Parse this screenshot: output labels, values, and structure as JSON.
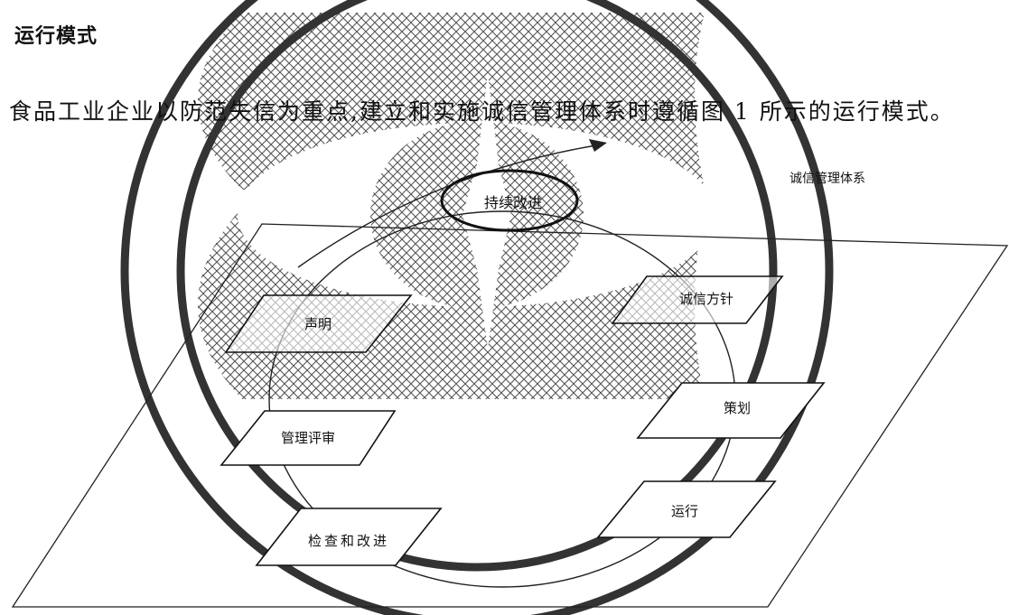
{
  "section": {
    "heading": "运行模式",
    "paragraph": "食品工业企业以防范失信为重点,建立和实施诚信管理体系时遵循图 1 所示的运行模式。"
  },
  "figure": {
    "system_label": "诚信管理体系",
    "center_label": "持续改进",
    "steps": {
      "declaration": "声明",
      "policy": "诚信方针",
      "planning": "策划",
      "operation": "运行",
      "check_improve": "检查和改进",
      "management_review": "管理评审"
    }
  },
  "watermark": {
    "description": "seal"
  }
}
